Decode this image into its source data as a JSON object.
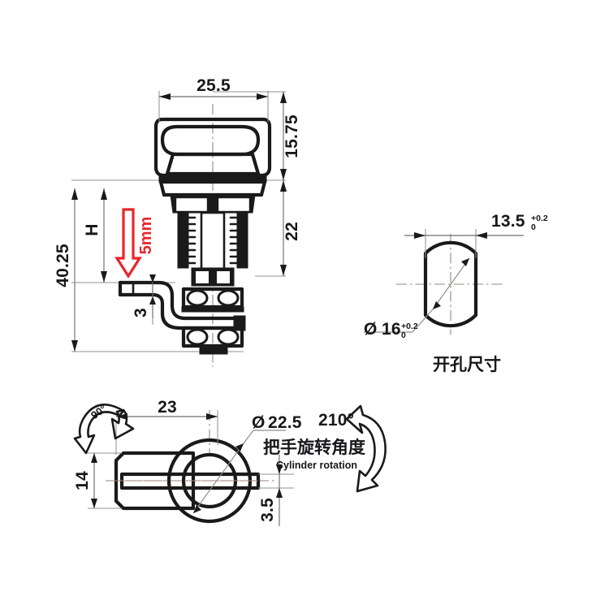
{
  "drawing": {
    "title": "Cam lock technical drawing",
    "units": "mm",
    "line_color": "#1a1a1a",
    "dimension_color": "#6b6f72",
    "centerline_color": "#9b8478",
    "accent_color": "#e8262a",
    "background": "#ffffff"
  },
  "front_view": {
    "name": "front-elevation",
    "dimensions": {
      "width_overall": "25.5",
      "head_height": "15.75",
      "barrel_height": "22",
      "total_height": "40.25",
      "grip_height": "H",
      "cam_thickness": "3"
    },
    "annotation": {
      "travel_label": "5mm",
      "travel_color": "#e8262a"
    }
  },
  "hole_view": {
    "name": "panel-cutout",
    "caption_cn": "开孔尺寸",
    "dimensions": {
      "flat_width": "13.5",
      "flat_width_tol_upper": "+0.2",
      "flat_width_tol_lower": "0",
      "diameter_symbol": "Ø",
      "diameter": "16",
      "diameter_tol_upper": "+0.2",
      "diameter_tol_lower": "0"
    }
  },
  "bottom_view": {
    "name": "cam-plan-view",
    "dimensions": {
      "cam_length": "23",
      "cam_width": "14",
      "cam_bar_thickness": "3.5",
      "diameter_symbol": "Ø",
      "body_diameter": "22.5"
    },
    "rotation_left": {
      "angle_label": "90°"
    },
    "rotation_right": {
      "angle_label": "210°",
      "label_cn": "把手旋转角度",
      "label_en": "Cylinder rotation"
    }
  }
}
